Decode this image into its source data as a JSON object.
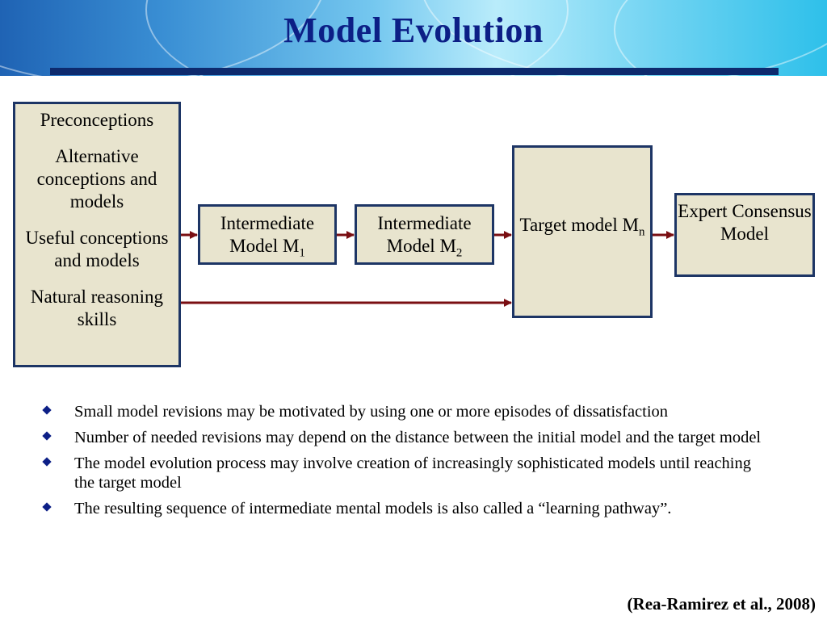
{
  "slide": {
    "title": "Model Evolution",
    "citation": "(Rea-Ramirez et al., 2008)"
  },
  "diagram": {
    "prior_box": {
      "items": [
        "Preconceptions",
        "Alternative conceptions and models",
        "Useful conceptions and models",
        "Natural reasoning skills"
      ]
    },
    "intermediate_1": {
      "label": "Intermediate Model M",
      "subscript": "1"
    },
    "intermediate_2": {
      "label": "Intermediate Model M",
      "subscript": "2"
    },
    "target": {
      "label": "Target model M",
      "subscript": "n"
    },
    "expert": {
      "label": "Expert Consensus Model"
    }
  },
  "bullets": [
    "Small model revisions may be motivated by using one or more episodes of dissatisfaction",
    "Number of needed revisions may depend on the distance between the initial model and the target model",
    "The model evolution process may involve creation of increasingly sophisticated models until reaching the target model",
    "The resulting sequence of intermediate mental models is also called a “learning pathway”."
  ],
  "colors": {
    "title": "#0c1f86",
    "box_fill": "#e8e4ce",
    "box_border": "#1d3565",
    "arrow": "#7a0e12",
    "banner_line": "#0d2a6e"
  }
}
